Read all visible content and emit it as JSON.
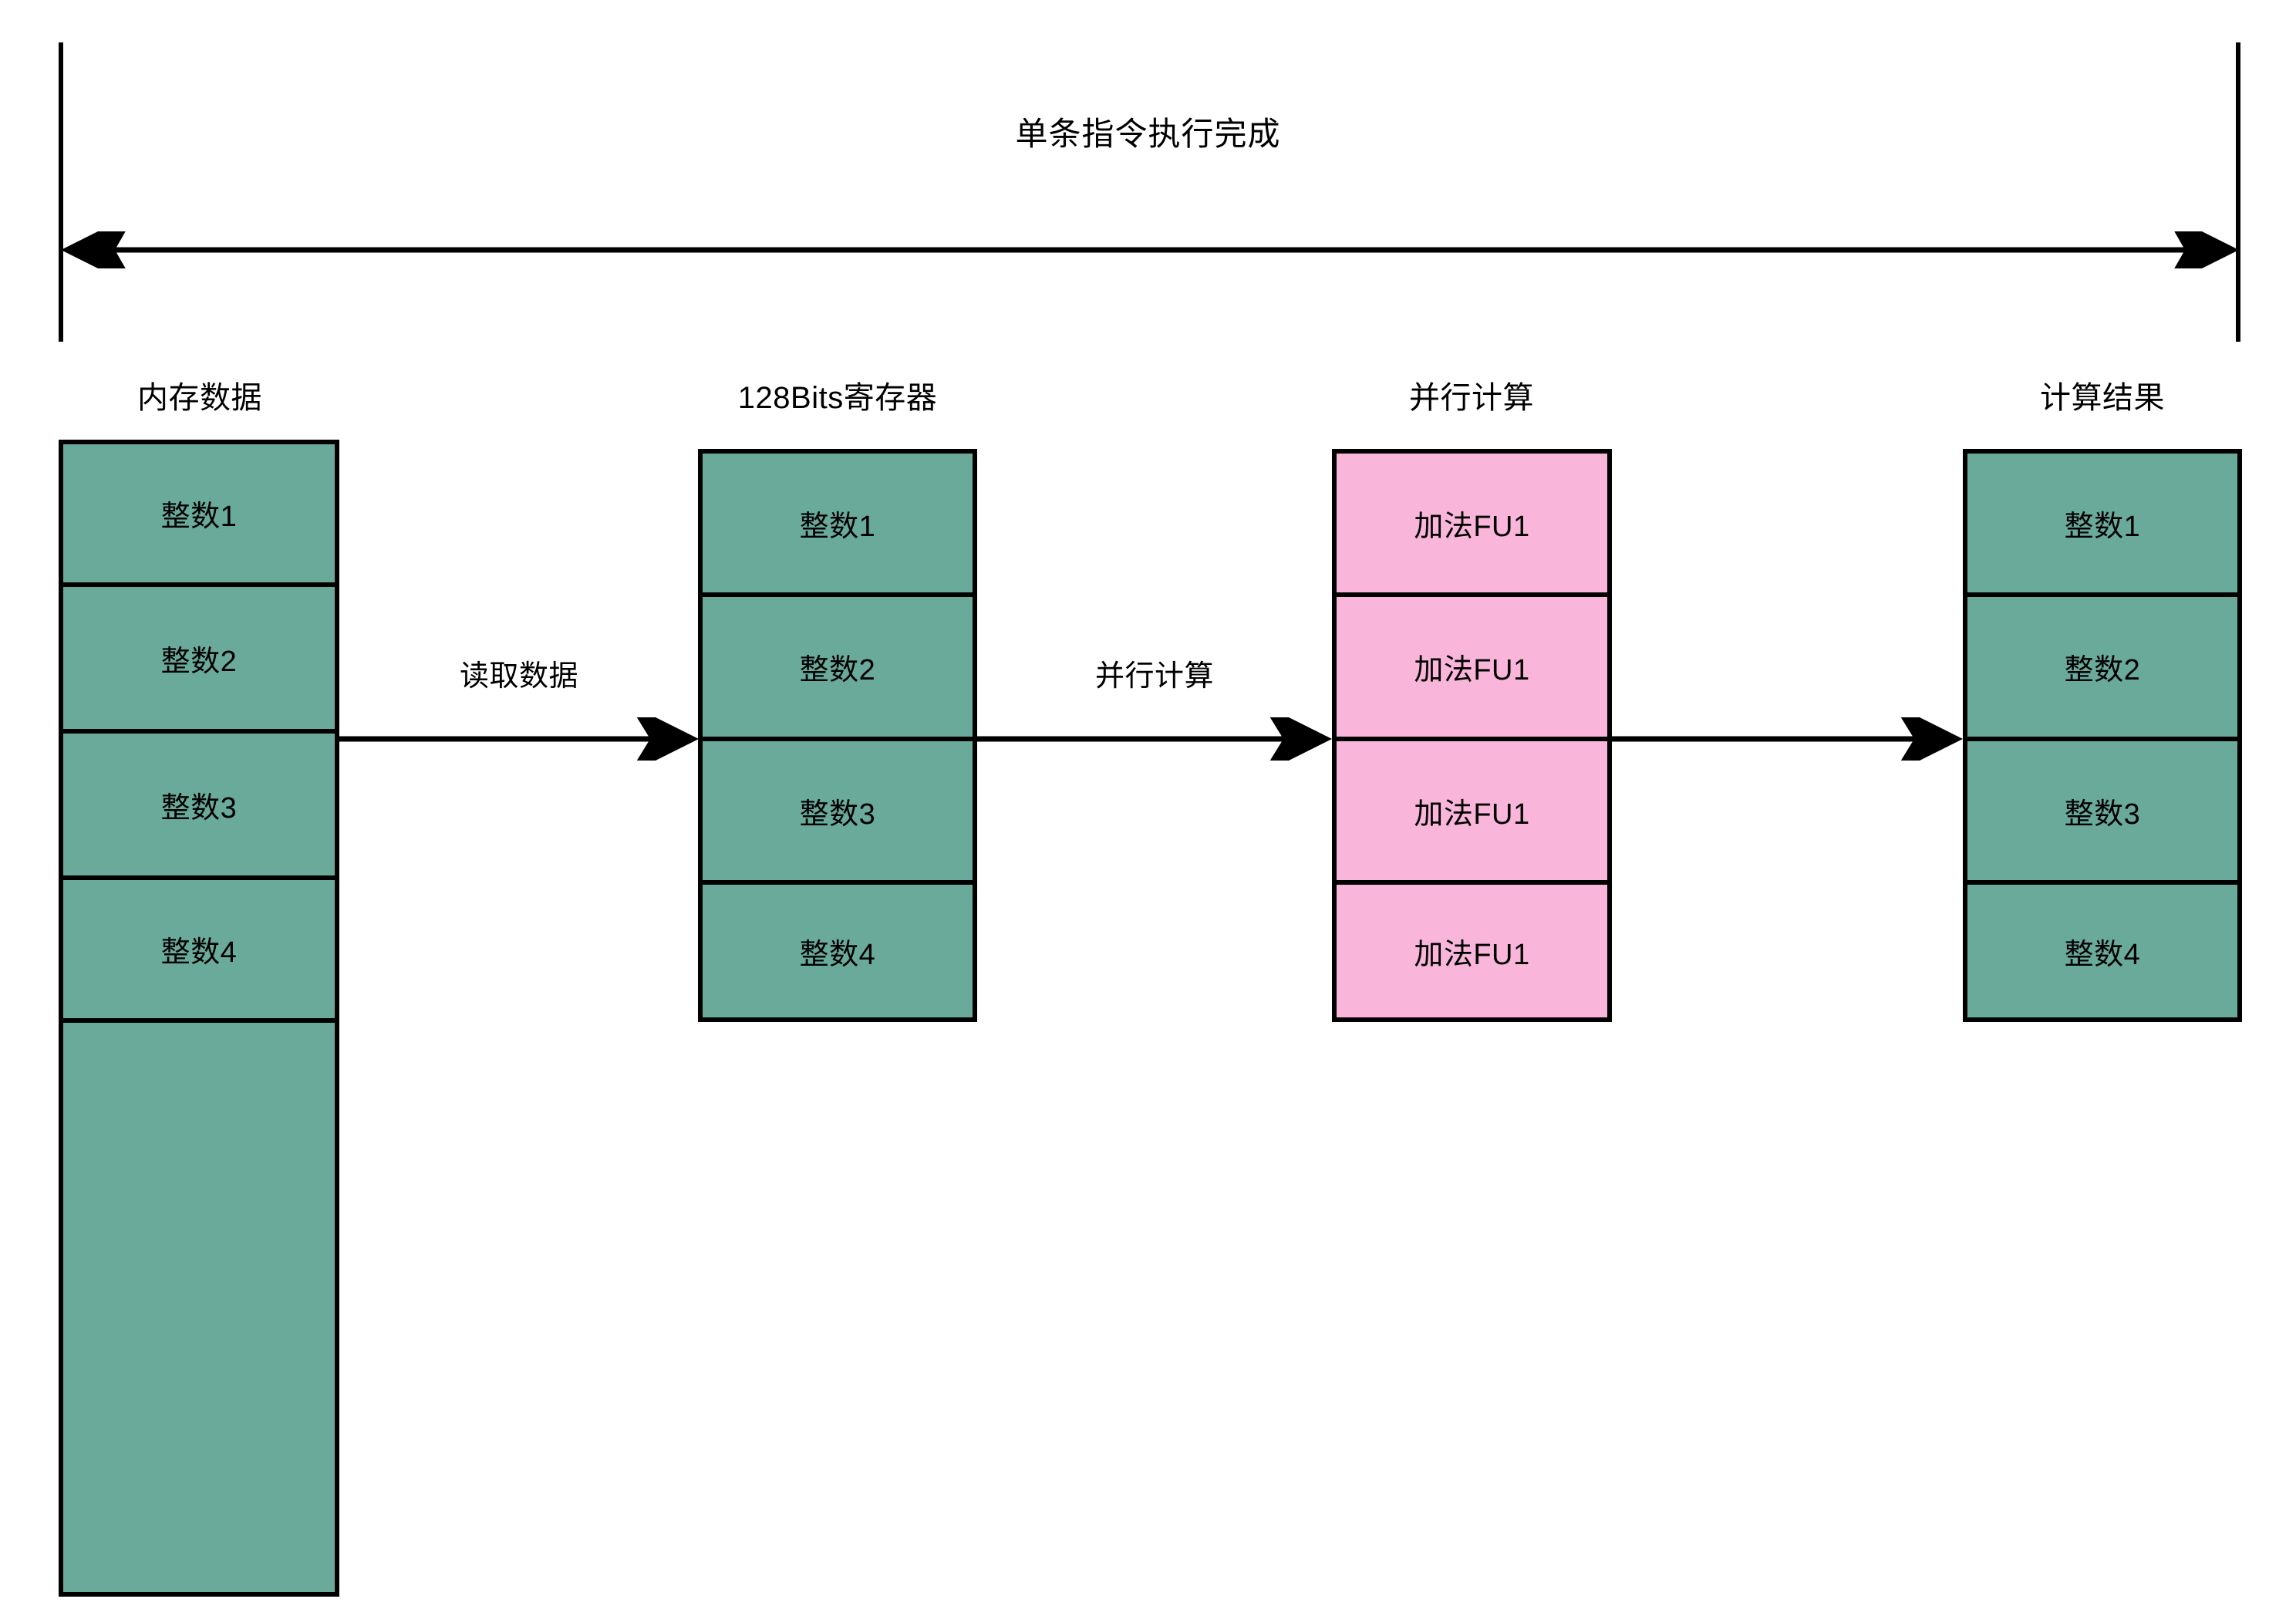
{
  "diagram": {
    "title": "单条指令执行完成",
    "colors": {
      "green": "#6AAA9B",
      "pink": "#F9B6DA",
      "stroke": "#000000",
      "background": "#ffffff"
    },
    "columns": [
      {
        "header": "内存数据",
        "kind": "green",
        "cells": [
          "整数1",
          "整数2",
          "整数3",
          "整数4"
        ],
        "trailing_empty_cell": true
      },
      {
        "header": "128Bits寄存器",
        "kind": "green",
        "cells": [
          "整数1",
          "整数2",
          "整数3",
          "整数4"
        ],
        "trailing_empty_cell": false
      },
      {
        "header": "并行计算",
        "kind": "pink",
        "cells": [
          "加法FU1",
          "加法FU1",
          "加法FU1",
          "加法FU1"
        ],
        "trailing_empty_cell": false
      },
      {
        "header": "计算结果",
        "kind": "green",
        "cells": [
          "整数1",
          "整数2",
          "整数3",
          "整数4"
        ],
        "trailing_empty_cell": false
      }
    ],
    "connectors": [
      {
        "label": "读取数据"
      },
      {
        "label": "并行计算"
      },
      {
        "label": ""
      }
    ]
  }
}
